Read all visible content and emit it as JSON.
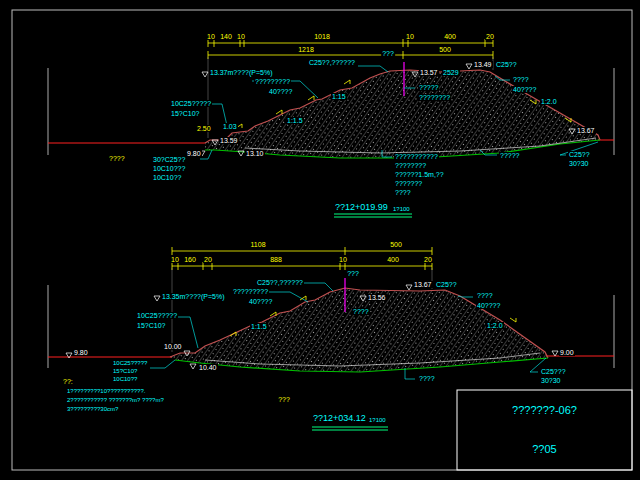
{
  "diagram": {
    "nodes": [
      {
        "text": [
          "???????-06?",
          "??05"
        ]
      }
    ],
    "labels": [
      "1218",
      "500",
      "10",
      "140",
      "10",
      "1018",
      "10",
      "400",
      "20",
      "???",
      "C25??,??????",
      "13.37m????(P=5%)",
      "?????????",
      "40????",
      "13.57",
      "2529",
      "13.49",
      "C25??",
      "?????",
      "????????",
      "????",
      "40????",
      "1:2.0",
      "1:15",
      "1:1.5",
      "10C25?????",
      "15?C10?",
      "2.50",
      "1.03",
      "13.59",
      "13.10",
      "9.80",
      "????",
      "30?C25??",
      "10C10???",
      "10C10??",
      "???????????",
      "????????",
      "??????1.5m,??",
      "???????",
      "????",
      "?????",
      "13.67",
      "C25??",
      "30?30",
      "??12+019.99",
      "1?100",
      "1108",
      "500",
      "10",
      "160",
      "20",
      "888",
      "10",
      "400",
      "20",
      "???",
      "C25??,??????",
      "13.35m????(P=5%)",
      "?????????",
      "40????",
      "13.56",
      "13.67",
      "C25??",
      "????",
      "40????",
      "1:2.0",
      "????",
      "1:1.5",
      "10C25?????",
      "15?C10?",
      "9.80",
      "10.00",
      "10.40",
      "10C25?????",
      "15?C10?",
      "10C10??",
      "????",
      "9.00",
      "C25???",
      "30?30",
      "???",
      "??12+034.12",
      "1?100",
      "??:",
      "1?????????10???????????.",
      "2??????????? ???????m? ????m?",
      "3?????????30cm?"
    ]
  }
}
